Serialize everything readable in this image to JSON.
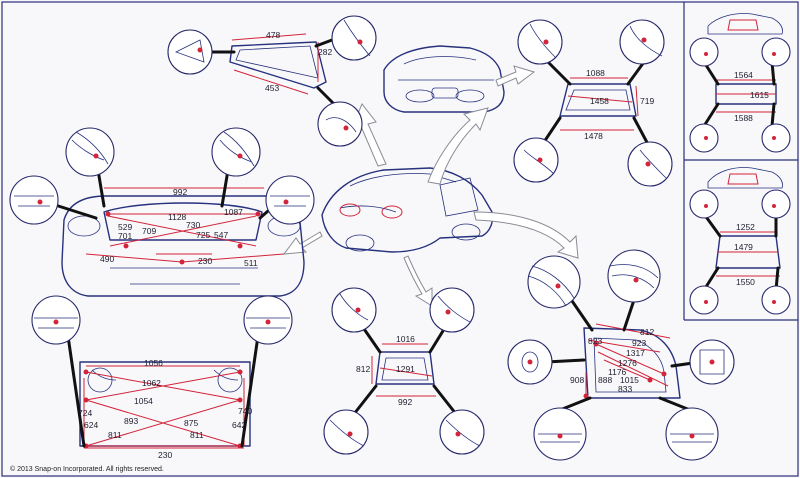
{
  "copyright": "© 2013 Snap-on Incorporated.  All rights reserved.",
  "labels": {
    "quarter_window": [
      "478",
      "282",
      "453"
    ],
    "windshield": [
      "1088",
      "1458",
      "719",
      "1478"
    ],
    "rear_body": [
      "992",
      "1128",
      "1087",
      "529",
      "701",
      "709",
      "730",
      "725",
      "547",
      "490",
      "230",
      "511"
    ],
    "rear_floor": [
      "1056",
      "1062",
      "1054",
      "893",
      "875",
      "724",
      "624",
      "811",
      "811",
      "740",
      "642",
      "230"
    ],
    "back_window": [
      "1016",
      "812",
      "1291",
      "992"
    ],
    "door_opening": [
      "812",
      "823",
      "923",
      "1317",
      "1276",
      "1176",
      "908",
      "888",
      "1015",
      "833"
    ],
    "roof_panel_top": [
      "1564",
      "1615",
      "1588"
    ],
    "roof_panel_bottom": [
      "1252",
      "1479",
      "1550"
    ]
  },
  "colors": {
    "line": "#27317d",
    "accent": "#d2243a",
    "frame": "#2c2e7a",
    "pointer": "#111111"
  }
}
